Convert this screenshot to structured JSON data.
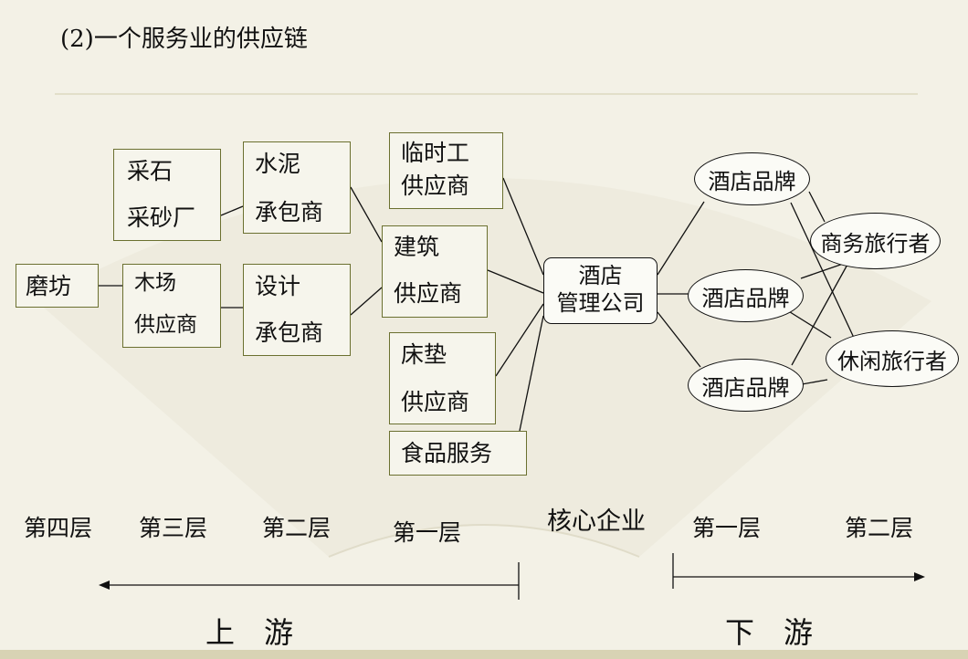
{
  "title": "(2)一个服务业的供应链",
  "nodes": {
    "mofang": "磨坊",
    "caishi": [
      "采石",
      "采砂厂"
    ],
    "muchang": [
      "木场",
      "供应商"
    ],
    "shuini": [
      "水泥",
      "承包商"
    ],
    "sheji": [
      "设计",
      "承包商"
    ],
    "linshigong": [
      "临时工",
      "供应商"
    ],
    "jianzhu": [
      "建筑",
      "供应商"
    ],
    "chuangdian": [
      "床垫",
      "供应商"
    ],
    "shipin": "食品服务",
    "core": [
      "酒店",
      "管理公司"
    ],
    "brand1": "酒店品牌",
    "brand2": "酒店品牌",
    "brand3": "酒店品牌",
    "business": "商务旅行者",
    "leisure": "休闲旅行者"
  },
  "layers": {
    "l4": "第四层",
    "l3": "第三层",
    "l2": "第二层",
    "l1": "第一层",
    "core": "核心企业",
    "d1": "第一层",
    "d2": "第二层"
  },
  "upstream": "上　游",
  "downstream": "下　游",
  "colors": {
    "box_border": "#6b7030",
    "background": "#f3f1e6"
  }
}
